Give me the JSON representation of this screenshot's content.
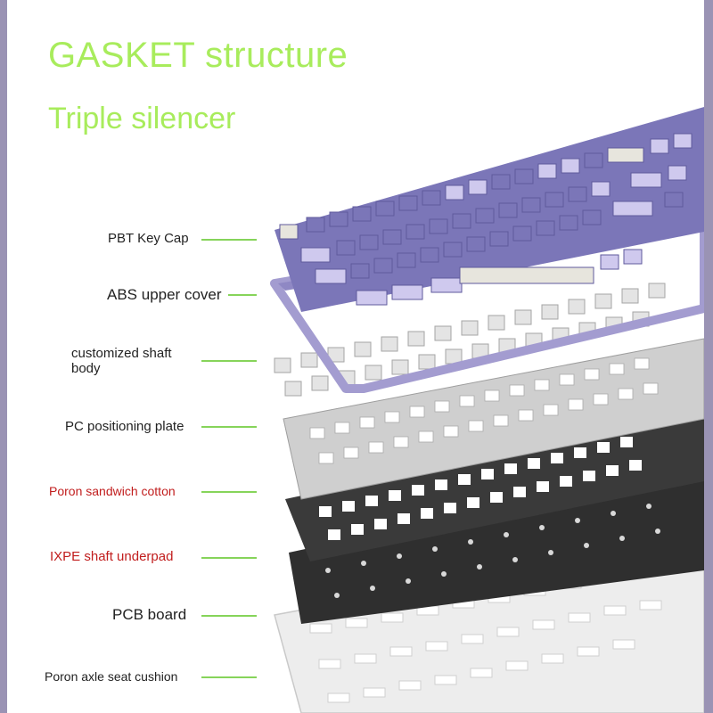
{
  "header": {
    "title": "GASKET structure",
    "subtitle": "Triple silencer"
  },
  "layers": [
    {
      "label": "PBT Key Cap"
    },
    {
      "label": "ABS upper cover"
    },
    {
      "label": "customized shaft\nbody"
    },
    {
      "label": "PC positioning plate"
    },
    {
      "label": "Poron sandwich cotton"
    },
    {
      "label": "IXPE shaft underpad"
    },
    {
      "label": "PCB board"
    },
    {
      "label": "Poron axle seat cushion"
    }
  ],
  "colors": {
    "accent_green": "#a8ec5c",
    "leader_line": "#86d45a",
    "red_label": "#c11d1d",
    "keycap_purple": "#7b76b8",
    "keycap_light": "#cfc9ee",
    "frame_purple": "#a39cd0"
  }
}
